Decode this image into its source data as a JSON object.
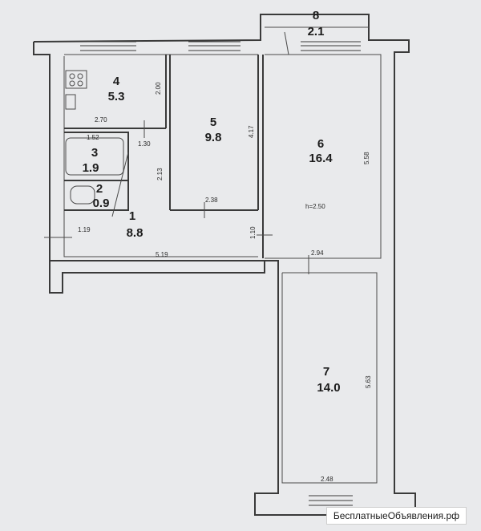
{
  "rooms": [
    {
      "num": "1",
      "area": "8.8"
    },
    {
      "num": "2",
      "area": "0.9"
    },
    {
      "num": "3",
      "area": "1.9"
    },
    {
      "num": "4",
      "area": "5.3"
    },
    {
      "num": "5",
      "area": "9.8"
    },
    {
      "num": "6",
      "area": "16.4"
    },
    {
      "num": "7",
      "area": "14.0"
    },
    {
      "num": "8",
      "area": "2.1"
    }
  ],
  "dims": {
    "kitchen_w": "2.70",
    "kitchen_h": "2.00",
    "bath_w": "1.52",
    "bath_door": "1.30",
    "corridor_h": "2.13",
    "room5_w": "2.38",
    "room5_h": "4.17",
    "room6_h": "5.58",
    "ceiling": "h=2.50",
    "hall_w": "5.19",
    "entry": "1.19",
    "hall_door": "1.10",
    "room6_w": "2.94",
    "room7_h": "5.63",
    "room7_w": "2.48"
  },
  "watermark": "БесплатныеОбъявления.рф"
}
